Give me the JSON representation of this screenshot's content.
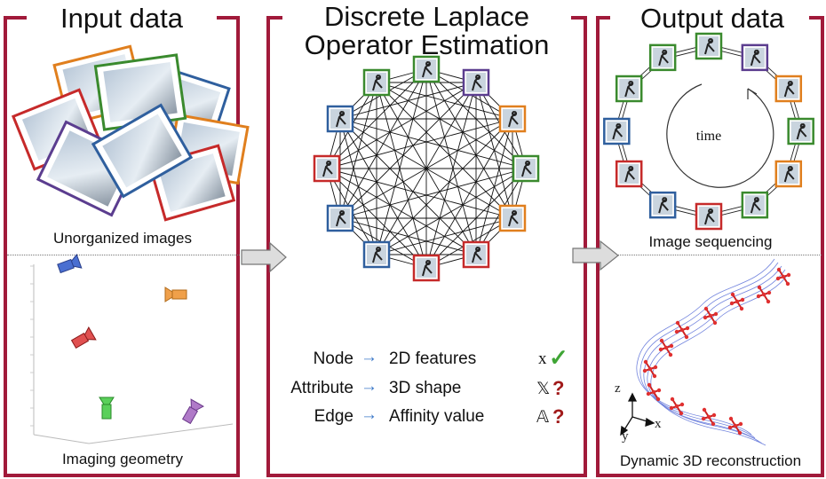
{
  "panels": {
    "input": {
      "title": "Input data",
      "caption_top": "Unorganized images",
      "caption_bottom": "Imaging geometry"
    },
    "middle": {
      "title_line1": "Discrete Laplace",
      "title_line2": "Operator Estimation",
      "legend": [
        {
          "left": "Node",
          "right": "2D features",
          "symbol": "x",
          "mark": "✓"
        },
        {
          "left": "Attribute",
          "right": "3D shape",
          "symbol": "𝕏",
          "mark": "?"
        },
        {
          "left": "Edge",
          "right": "Affinity value",
          "symbol": "𝔸",
          "mark": "?"
        }
      ]
    },
    "output": {
      "title": "Output data",
      "center_label": "time",
      "caption_top": "Image sequencing",
      "caption_bottom": "Dynamic 3D reconstruction",
      "axes": {
        "z": "z",
        "y": "y",
        "x": "x"
      }
    }
  },
  "colors": {
    "frame": "#a11a3a",
    "green": "#3a8a2e",
    "blue": "#2f5f9e",
    "orange": "#e07f1e",
    "red": "#c62a2a",
    "purple": "#5b3d8f",
    "arrow_blue": "#3b78c8",
    "check": "#3fa535",
    "question": "#a11a1a"
  }
}
